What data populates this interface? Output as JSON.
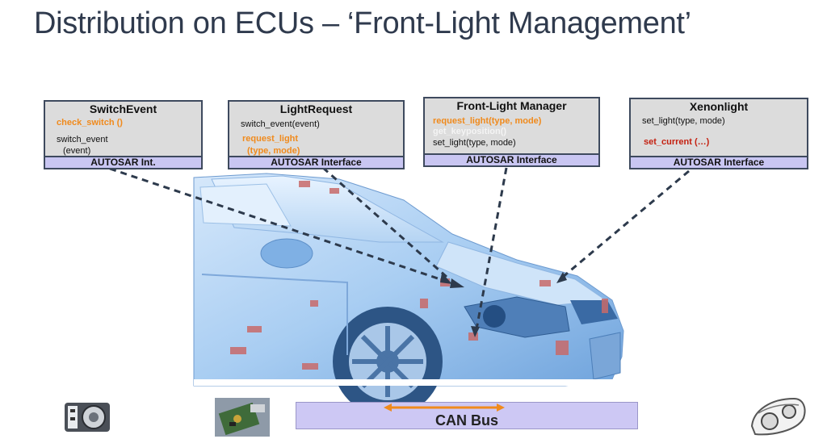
{
  "title": "Distribution on ECUs –  ‘Front-Light Management’",
  "components": [
    {
      "name": "SwitchEvent",
      "lines": [
        "check_switch ()",
        "switch_event",
        "(event)"
      ],
      "interface": "AUTOSAR Int."
    },
    {
      "name": "LightRequest",
      "lines": [
        "switch_event(event)",
        "request_light",
        "(type, mode)"
      ],
      "interface": "AUTOSAR Interface"
    },
    {
      "name": "Front-Light Manager",
      "lines": [
        "request_light(type, mode)",
        "get_keyposition()",
        "set_light(type, mode)"
      ],
      "interface": "AUTOSAR Interface"
    },
    {
      "name": "Xenonlight",
      "lines": [
        "set_light(type, mode)",
        "set_current (…)"
      ],
      "interface": "AUTOSAR Interface"
    }
  ],
  "bus": {
    "label": "CAN Bus"
  },
  "colors": {
    "title": "#2f3a4d",
    "box_fill": "#dcdcdc",
    "interface_fill": "#c9c6f2",
    "orange": "#f08a1c",
    "red": "#c42010",
    "bus_fill": "#cdc8f4",
    "car": "#a9cdf2"
  },
  "icons": [
    "light-switch-icon",
    "ecu-board-icon",
    "headlamp-icon",
    "car-illustration"
  ]
}
